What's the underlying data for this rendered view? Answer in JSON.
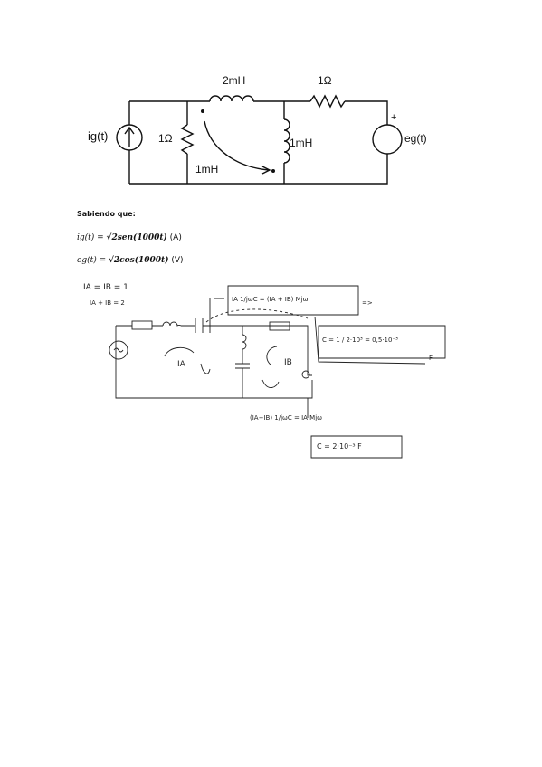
{
  "circuit": {
    "inductor_top": "2mH",
    "resistor_top": "1Ω",
    "resistor_left": "1Ω",
    "inductor_right": "1mH",
    "mutual": "1mH",
    "source_current": "ig(t)",
    "source_voltage": "eg(t)",
    "plus_sign": "+"
  },
  "text": {
    "heading": "Sabiendo que:",
    "eq1_lhs": "ig(t) = ",
    "eq1_rhs": "√2sen(1000t)",
    "eq1_unit": "(A)",
    "eq2_lhs": "eg(t) = ",
    "eq2_rhs": "√2cos(1000t)",
    "eq2_unit": "(V)"
  },
  "handwritten": {
    "line1": "IA = IB = 1",
    "line2": "IA + IB = 2",
    "box_eq": "IA 1/jωC = (IA + IB) Mjω",
    "arrow": "=>",
    "c_value1": "C = 1 / 2·10³ = 0,5·10⁻³",
    "unit_f": "F",
    "ia_label": "IA",
    "ib_label": "IB",
    "eq2": "(IA+IB) 1/jωC = IA Mjω",
    "c_value2": "C = 2·10⁻³ F"
  }
}
